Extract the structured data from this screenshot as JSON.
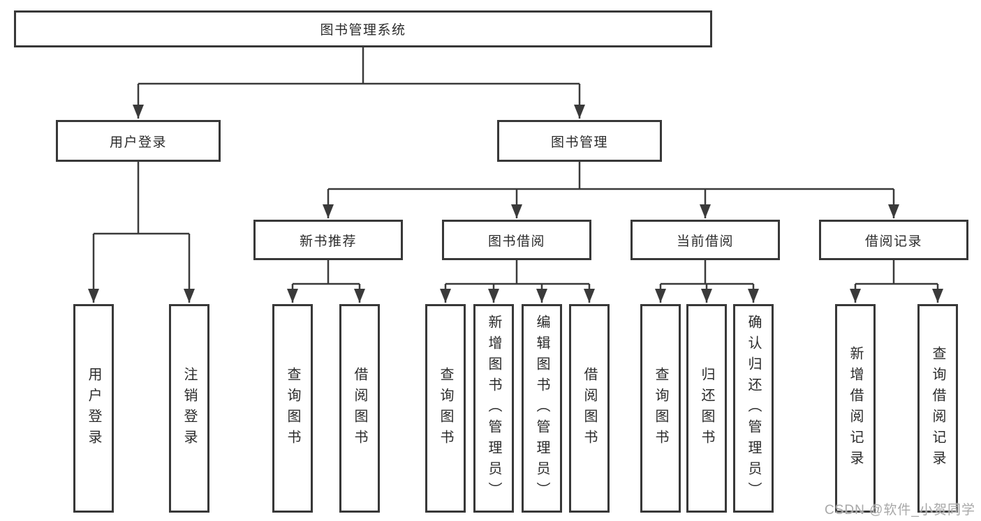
{
  "tree": {
    "label": "图书管理系统",
    "children": [
      {
        "label": "用户登录",
        "children": [
          {
            "label": "用户登录"
          },
          {
            "label": "注销登录"
          }
        ]
      },
      {
        "label": "图书管理",
        "children": [
          {
            "label": "新书推荐",
            "children": [
              {
                "label": "查询图书"
              },
              {
                "label": "借阅图书"
              }
            ]
          },
          {
            "label": "图书借阅",
            "children": [
              {
                "label": "查询图书"
              },
              {
                "label": "新增图书（管理员）"
              },
              {
                "label": "编辑图书（管理员）"
              },
              {
                "label": "借阅图书"
              }
            ]
          },
          {
            "label": "当前借阅",
            "children": [
              {
                "label": "查询图书"
              },
              {
                "label": "归还图书"
              },
              {
                "label": "确认归还（管理员）"
              }
            ]
          },
          {
            "label": "借阅记录",
            "children": [
              {
                "label": "新增借阅记录"
              },
              {
                "label": "查询借阅记录"
              }
            ]
          }
        ]
      }
    ]
  },
  "watermark": {
    "text": "CSDN @软件_小贺同学"
  },
  "colors": {
    "line": "#3a3a3a",
    "box_border": "#383838",
    "text": "#2b2b2b",
    "watermark": "#a8a8a8",
    "background": "#ffffff"
  }
}
